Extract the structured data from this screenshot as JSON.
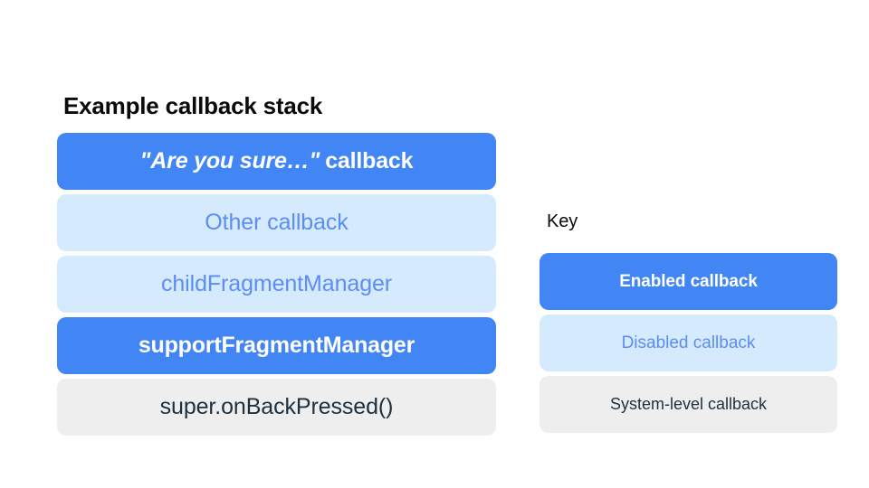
{
  "slide": {
    "background_color": "#ffffff"
  },
  "palette": {
    "enabled_fill": "#4285f4",
    "enabled_text": "#ffffff",
    "disabled_fill": "#d6eafd",
    "disabled_text": "#5b8df5",
    "system_fill": "#eeeeee",
    "system_text": "#1d3040",
    "title_text": "#0a0a0a"
  },
  "stack": {
    "title": "Example callback stack",
    "items": [
      {
        "quoted_label": "\"Are you sure…\"",
        "trailing_label": "callback",
        "state": "enabled"
      },
      {
        "label": "Other callback",
        "state": "disabled"
      },
      {
        "label": "childFragmentManager",
        "state": "disabled"
      },
      {
        "label": "supportFragmentManager",
        "state": "enabled"
      },
      {
        "label": "super.onBackPressed()",
        "state": "system"
      }
    ]
  },
  "key": {
    "title": "Key",
    "items": [
      {
        "label": "Enabled callback",
        "state": "enabled"
      },
      {
        "label": "Disabled callback",
        "state": "disabled"
      },
      {
        "label": "System-level callback",
        "state": "system"
      }
    ]
  }
}
